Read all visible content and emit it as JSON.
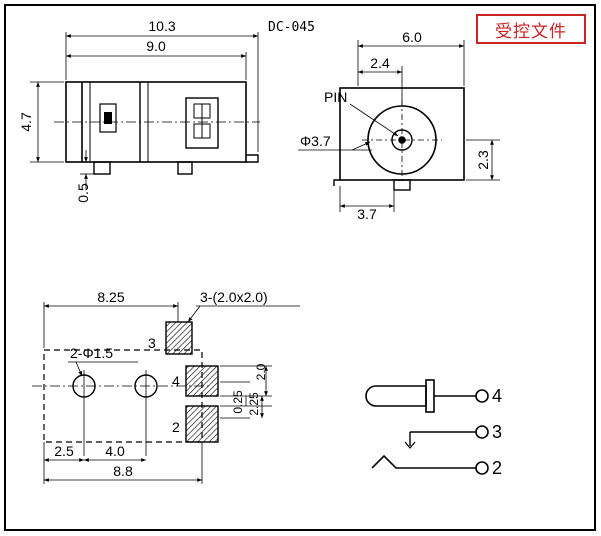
{
  "title": "DC-045",
  "stamp": "受控文件",
  "side_view": {
    "overall_length": "10.3",
    "body_length": "9.0",
    "height": "4.7",
    "pin_offset": "0.5"
  },
  "front_view": {
    "width": "6.0",
    "hole_offset": "2.4",
    "pin_label": "PIN",
    "hole_diameter": "Φ3.7",
    "center_height": "2.3",
    "pin_width": "3.7"
  },
  "footprint": {
    "length": "8.25",
    "pad_spec": "3-(2.0x2.0)",
    "hole_spec": "2-Φ1.5",
    "pad_size": "2.0",
    "pad_gap": "0.25",
    "pad_pitch": "2.25",
    "dim_a": "2.5",
    "dim_b": "4.0",
    "dim_total": "8.8",
    "pad_labels": [
      "3",
      "4",
      "2"
    ]
  },
  "schematic": {
    "pins": [
      "4",
      "3",
      "2"
    ]
  },
  "colors": {
    "stamp": "#cc2222",
    "line": "#000000"
  }
}
